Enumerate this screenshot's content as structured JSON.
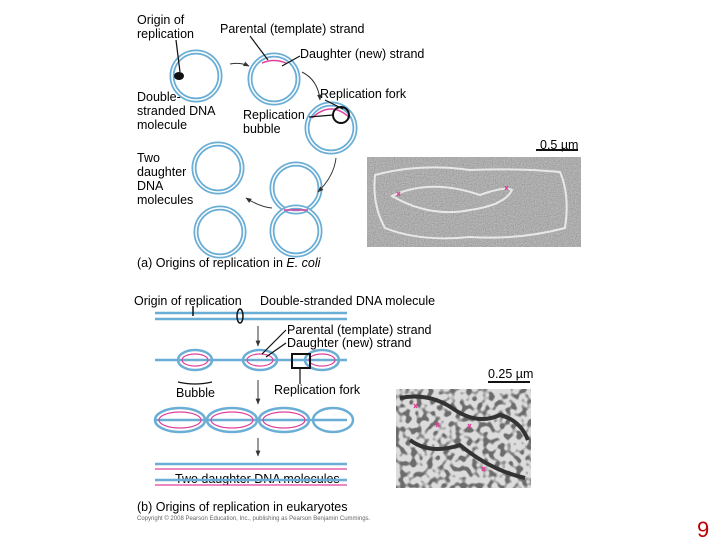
{
  "part_a": {
    "labels": {
      "origin": "Origin of replication",
      "parental": "Parental (template) strand",
      "daughter": "Daughter (new) strand",
      "ds_dna": "Double- stranded DNA molecule",
      "fork": "Replication fork",
      "bubble": "Replication bubble",
      "two_daughter": "Two daughter DNA molecules",
      "scale": "0.5 µm"
    },
    "caption_prefix": "(a) Origins of replication in ",
    "caption_species": "E. coli"
  },
  "part_b": {
    "labels": {
      "origin": "Origin of replication",
      "ds_dna": "Double-stranded DNA molecule",
      "parental": "Parental (template) strand",
      "daughter": "Daughter (new) strand",
      "scale": "0.25 µm",
      "bubble": "Bubble",
      "fork": "Replication fork",
      "two_daughter": "Two daughter DNA molecules"
    },
    "caption": "(b) Origins of replication in eukaryotes"
  },
  "footer": {
    "copyright": "Copyright © 2008 Pearson Education, Inc., publishing as Pearson Benjamin Cummings.",
    "page_number": "9"
  },
  "colors": {
    "dna_outer": "#6aaed6",
    "dna_inner": "#ffffff",
    "daughter_strand": "#e0409a",
    "arrow": "#333333",
    "page_number": "#c00000"
  }
}
